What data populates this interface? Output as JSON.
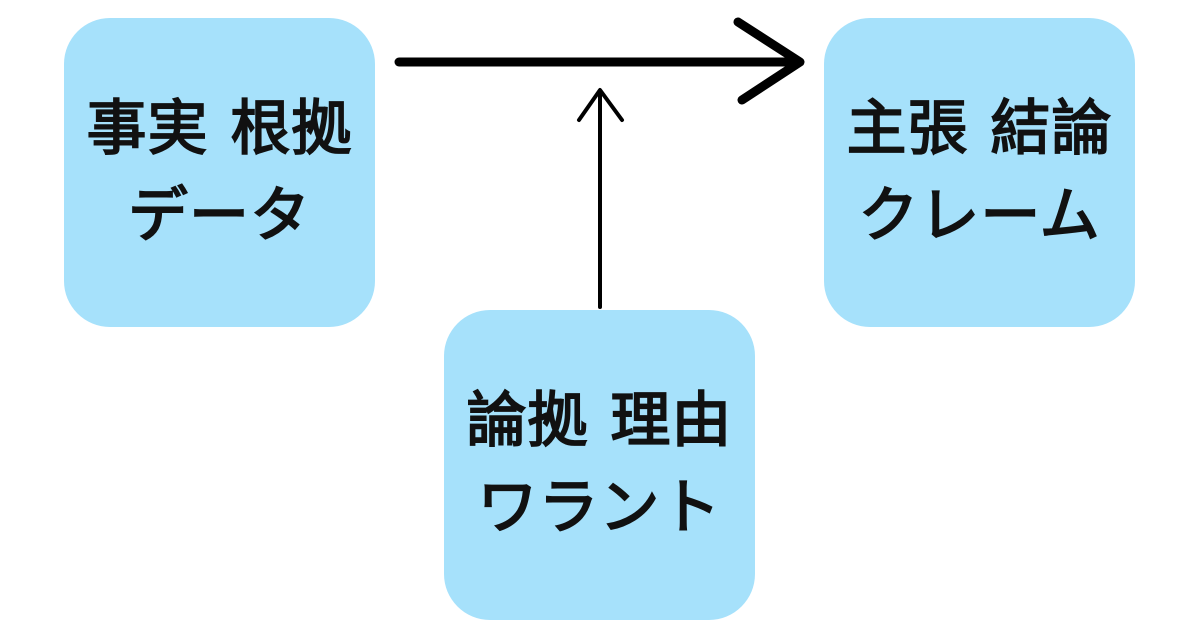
{
  "diagram": {
    "nodes": {
      "data": {
        "line1": "事実 根拠",
        "line2": "データ"
      },
      "claim": {
        "line1": "主張 結論",
        "line2": "クレーム"
      },
      "warrant": {
        "line1": "論拠 理由",
        "line2": "ワラント"
      }
    },
    "colors": {
      "node_fill": "#a6e1fb",
      "text": "#111111",
      "arrow": "#000000"
    },
    "edges": [
      {
        "from": "data",
        "to": "claim"
      },
      {
        "from": "warrant",
        "to": "data-claim-arrow"
      }
    ]
  }
}
